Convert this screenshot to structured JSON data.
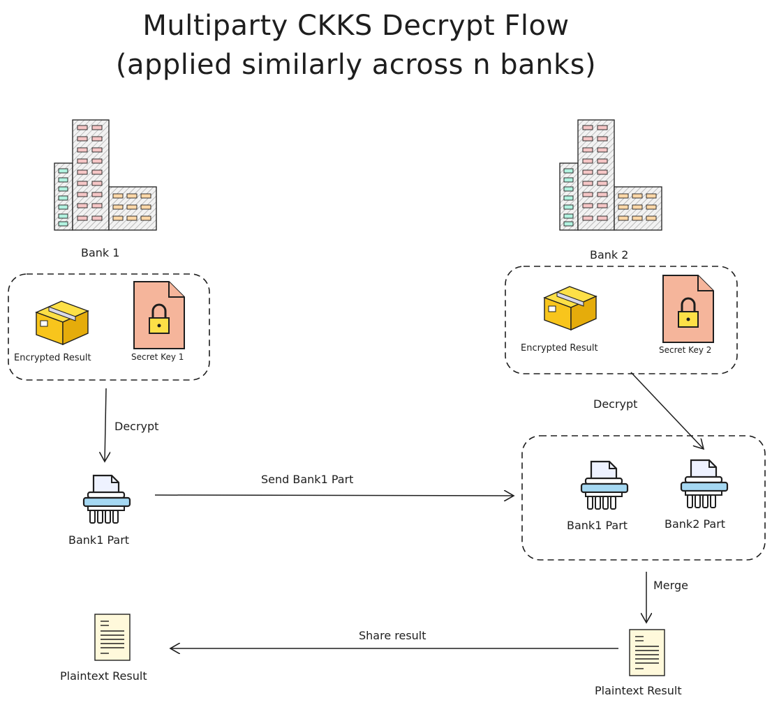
{
  "title": {
    "line1": "Multiparty CKKS Decrypt Flow",
    "line2": "(applied similarly across n banks)"
  },
  "bank1": {
    "name": "Bank 1",
    "encrypted_label": "Encrypted Result",
    "key_label": "Secret Key 1",
    "decrypt_label": "Decrypt",
    "part_label": "Bank1 Part",
    "plaintext_label": "Plaintext Result"
  },
  "bank2": {
    "name": "Bank 2",
    "encrypted_label": "Encrypted Result",
    "key_label": "Secret Key 2",
    "decrypt_label": "Decrypt",
    "part1_label": "Bank1 Part",
    "part2_label": "Bank2 Part",
    "merge_label": "Merge",
    "plaintext_label": "Plaintext Result"
  },
  "edges": {
    "send_label": "Send Bank1 Part",
    "share_label": "Share result"
  },
  "colors": {
    "stroke": "#1e1e1e",
    "box_yellow": "#f8c51c",
    "key_fill": "#f5b59b",
    "shredder_blue": "#a5d8f2",
    "doc_fill": "#fff9db",
    "window_red": "#f5c6c6",
    "window_teal": "#b2f2e0",
    "window_orange": "#ffd8a8"
  }
}
